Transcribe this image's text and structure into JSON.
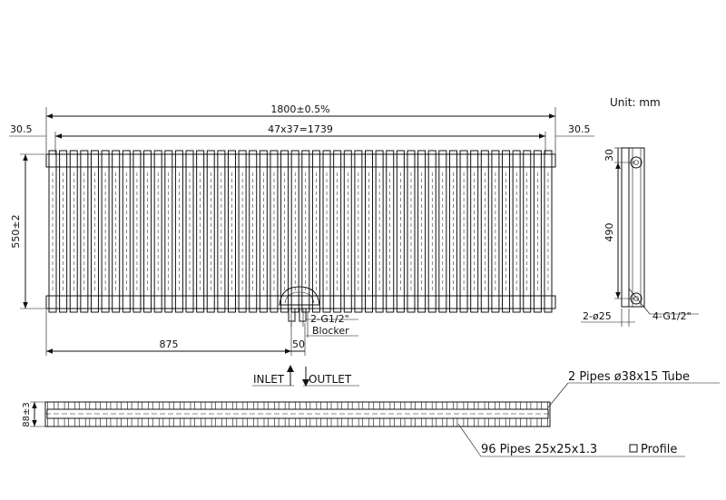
{
  "unit": "Unit: mm",
  "dims": {
    "overall_width": "1800±0.5%",
    "left_offset": "30.5",
    "right_offset": "30.5",
    "pitch_span": "47x37=1739",
    "height": "550±2",
    "inlet_distance": "875",
    "inlet_outlet_gap": "50",
    "side_top": "30",
    "side_centers": "490",
    "bottom_width": "88±3"
  },
  "labels": {
    "thread": "2-G1/2\"",
    "blocker": "Blocker",
    "inlet": "INLET",
    "outlet": "OUTLET",
    "pipe_dia": "2-ø25",
    "bracket_thread": "4-G1/2\"",
    "tube_note": "2 Pipes ø38x15 Tube",
    "profile_note": "96 Pipes 25x25x1.3",
    "profile_word": "Profile"
  }
}
